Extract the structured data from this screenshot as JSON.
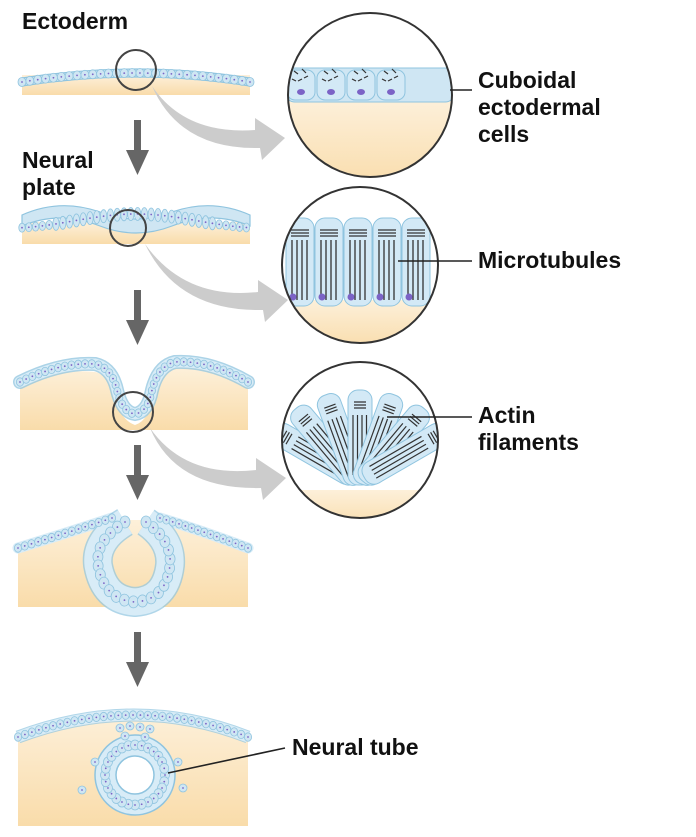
{
  "title": "Neural tube formation",
  "labels": {
    "ectoderm": "Ectoderm",
    "neural_plate": "Neural\nplate",
    "cuboidal": "Cuboidal\nectodermal\ncells",
    "microtubules": "Microtubules",
    "actin": "Actin\nfilaments",
    "neural_tube": "Neural tube"
  },
  "stages": [
    {
      "id": "ectoderm",
      "description": "Flat ectoderm sheet over mesoderm"
    },
    {
      "id": "neural-plate",
      "description": "Thickened neural plate"
    },
    {
      "id": "neural-groove",
      "description": "Folding neural groove"
    },
    {
      "id": "neural-folds",
      "description": "Neural folds closing"
    },
    {
      "id": "neural-tube",
      "description": "Closed neural tube beneath ectoderm"
    }
  ],
  "colors": {
    "cell_fill": "#cfe6f3",
    "cell_stroke": "#8fc4df",
    "mesoderm": "#fbe3bd",
    "nucleus": "#7b63c6",
    "arrow_dark": "#666666",
    "arrow_light": "#c8c8c8",
    "filament": "#333333"
  }
}
